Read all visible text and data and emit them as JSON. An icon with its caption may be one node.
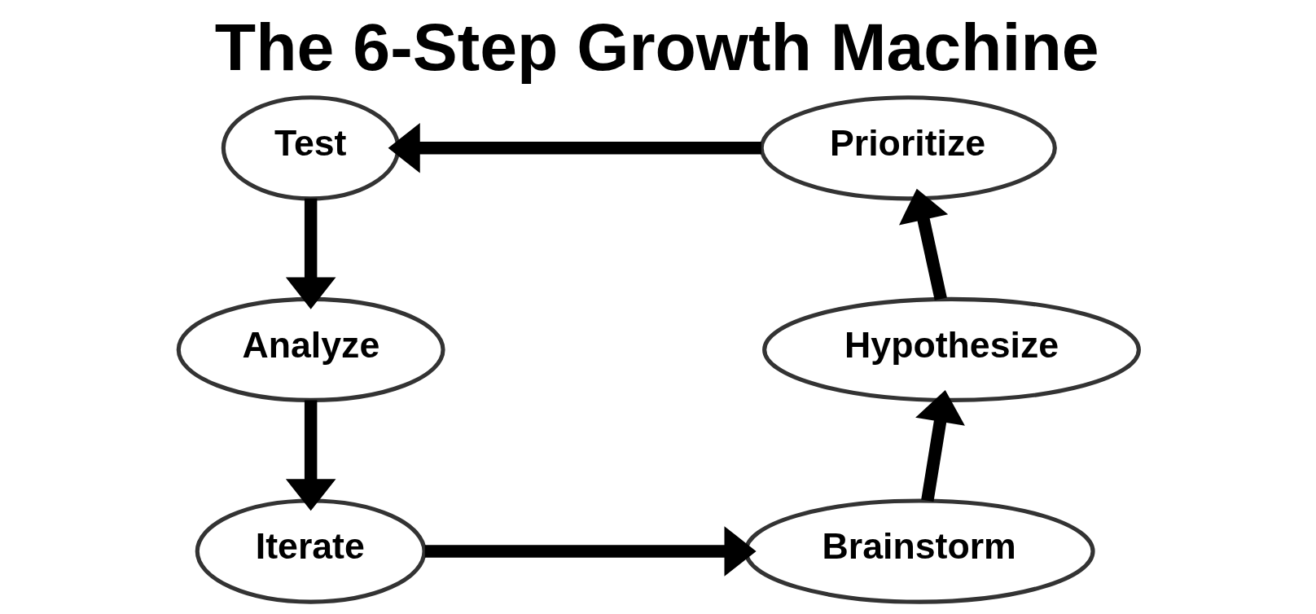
{
  "diagram": {
    "title": "The 6-Step Growth Machine",
    "nodes": [
      {
        "text": [
          "Test"
        ]
      },
      {
        "text": [
          "Prioritize"
        ]
      },
      {
        "text": [
          "Analyze"
        ]
      },
      {
        "text": [
          "Hypothesize"
        ]
      },
      {
        "text": [
          "Iterate"
        ]
      },
      {
        "text": [
          "Brainstorm"
        ]
      }
    ],
    "edges": [
      {
        "from": 1,
        "to": 0,
        "arrow": "to"
      },
      {
        "from": 0,
        "to": 2,
        "arrow": "to"
      },
      {
        "from": 2,
        "to": 4,
        "arrow": "to"
      },
      {
        "from": 4,
        "to": 5,
        "arrow": "to"
      },
      {
        "from": 5,
        "to": 3,
        "arrow": "to"
      },
      {
        "from": 3,
        "to": 1,
        "arrow": "to"
      }
    ]
  }
}
